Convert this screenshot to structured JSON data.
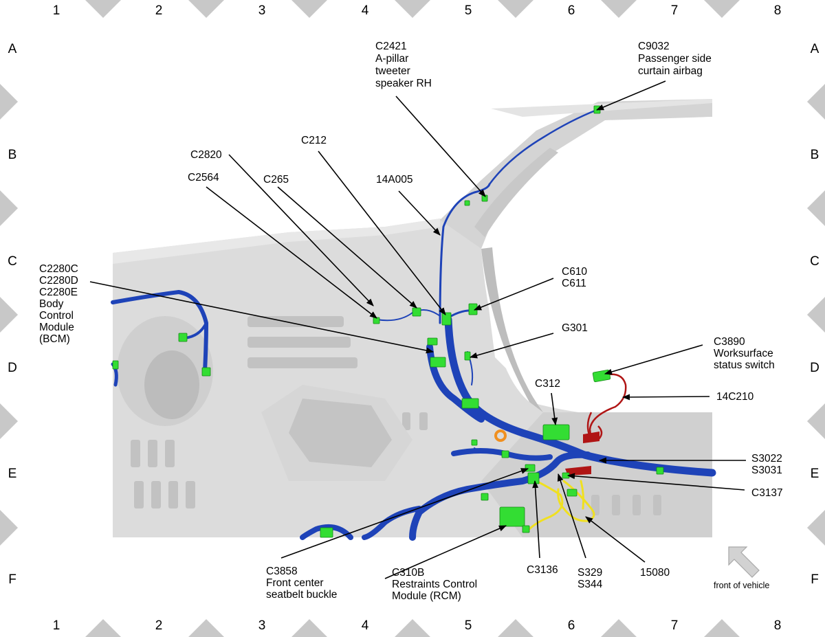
{
  "grid": {
    "columns": [
      "1",
      "2",
      "3",
      "4",
      "5",
      "6",
      "7",
      "8"
    ],
    "rows": [
      "A",
      "B",
      "C",
      "D",
      "E",
      "F"
    ]
  },
  "callouts": {
    "c2421": [
      "C2421",
      "A-pillar",
      "tweeter",
      "speaker RH"
    ],
    "c9032": [
      "C9032",
      "Passenger side",
      "curtain airbag"
    ],
    "c2820": "C2820",
    "c212": "C212",
    "c2564": "C2564",
    "c265": "C265",
    "n14a005": "14A005",
    "c2280": [
      "C2280C",
      "C2280D",
      "C2280E",
      "Body",
      "Control",
      "Module",
      "(BCM)"
    ],
    "c610": [
      "C610",
      "C611"
    ],
    "g301": "G301",
    "c3890": [
      "C3890",
      "Worksurface",
      "status switch"
    ],
    "n14c210": "14C210",
    "c312": "C312",
    "s3022": [
      "S3022",
      "S3031"
    ],
    "c3137": "C3137",
    "c3858": [
      "C3858",
      "Front center",
      "seatbelt buckle"
    ],
    "c310b": [
      "C310B",
      "Restraints Control",
      "Module (RCM)"
    ],
    "c3136": "C3136",
    "s329": [
      "S329",
      "S344"
    ],
    "n15080": "15080"
  },
  "front_label": "front of vehicle",
  "colors": {
    "harness": "#1e43b8",
    "connector": "#33dd33",
    "wire_red": "#b01515",
    "wire_yellow": "#f0e020",
    "grid_marker": "#c8c8c8"
  }
}
